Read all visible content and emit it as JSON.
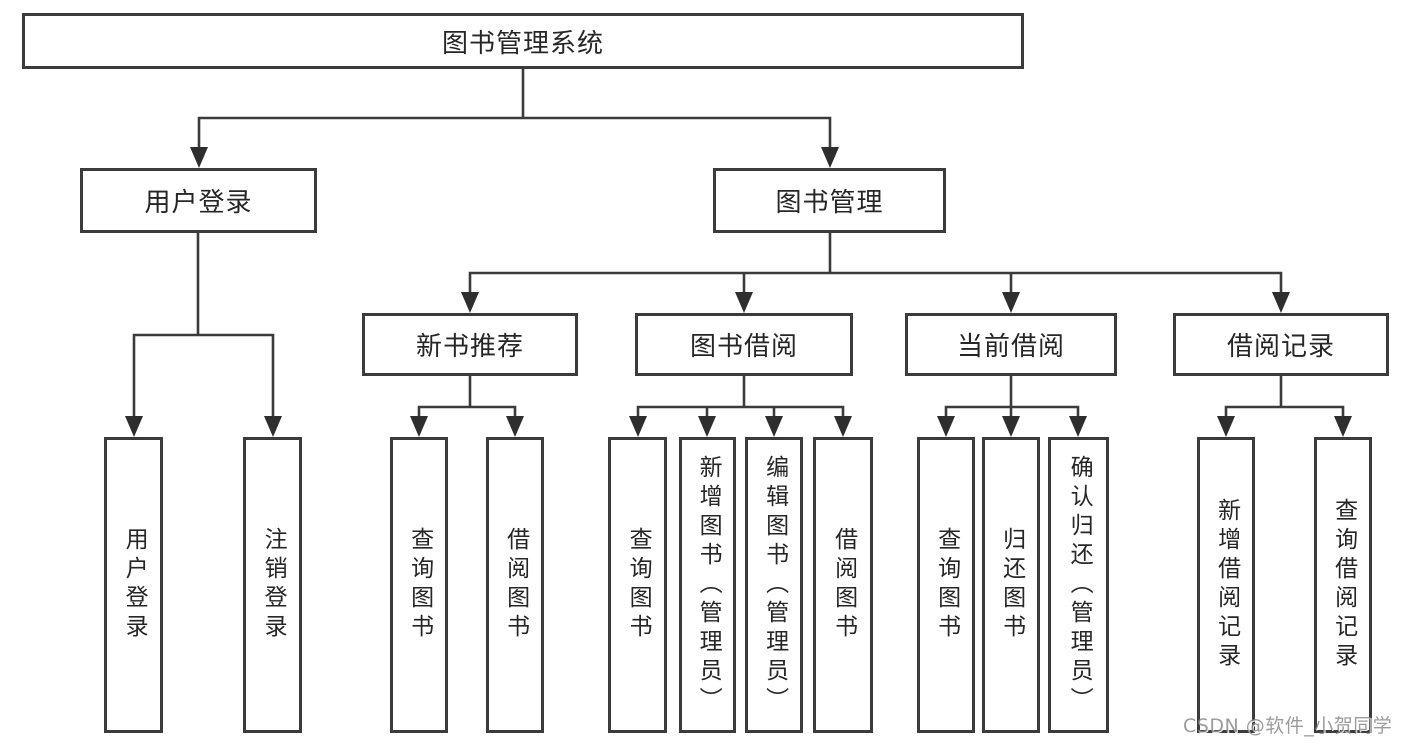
{
  "root": {
    "label": "图书管理系统"
  },
  "branches": [
    {
      "label": "用户登录",
      "children": [
        {
          "label": "用户登录"
        },
        {
          "label": "注销登录"
        }
      ]
    },
    {
      "label": "图书管理",
      "children": [
        {
          "label": "新书推荐",
          "children": [
            {
              "label": "查询图书"
            },
            {
              "label": "借阅图书"
            }
          ]
        },
        {
          "label": "图书借阅",
          "children": [
            {
              "label": "查询图书"
            },
            {
              "label": "新增图书（管理员）"
            },
            {
              "label": "编辑图书（管理员）"
            },
            {
              "label": "借阅图书"
            }
          ]
        },
        {
          "label": "当前借阅",
          "children": [
            {
              "label": "查询图书"
            },
            {
              "label": "归还图书"
            },
            {
              "label": "确认归还（管理员）"
            }
          ]
        },
        {
          "label": "借阅记录",
          "children": [
            {
              "label": "新增借阅记录"
            },
            {
              "label": "查询借阅记录"
            }
          ]
        }
      ]
    }
  ],
  "colors": {
    "line": "#3b3b3b",
    "text": "#262626",
    "background": "#ffffff"
  },
  "watermark": {
    "text": "CSDN @软件_小贺同学"
  }
}
